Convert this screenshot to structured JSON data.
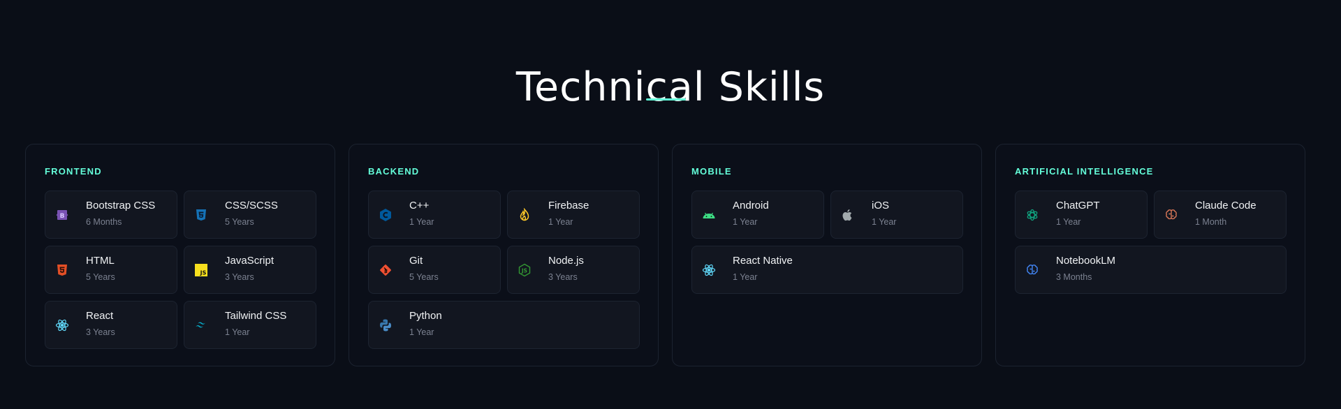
{
  "section": {
    "title": "Technical Skills",
    "accent_color": "#64ffda"
  },
  "categories": [
    {
      "title": "FRONTEND",
      "skills": [
        {
          "name": "Bootstrap CSS",
          "duration": "6 Months",
          "icon": "bootstrap-icon",
          "color": "#7952b3"
        },
        {
          "name": "CSS/SCSS",
          "duration": "5 Years",
          "icon": "css3-icon",
          "color": "#1572b6"
        },
        {
          "name": "HTML",
          "duration": "5 Years",
          "icon": "html5-icon",
          "color": "#e34f26"
        },
        {
          "name": "JavaScript",
          "duration": "3 Years",
          "icon": "javascript-icon",
          "color": "#f7df1e"
        },
        {
          "name": "React",
          "duration": "3 Years",
          "icon": "react-icon",
          "color": "#61dafb"
        },
        {
          "name": "Tailwind CSS",
          "duration": "1 Year",
          "icon": "tailwind-icon",
          "color": "#06b6d4"
        }
      ]
    },
    {
      "title": "BACKEND",
      "skills": [
        {
          "name": "C++",
          "duration": "1 Year",
          "icon": "cplusplus-icon",
          "color": "#00599c"
        },
        {
          "name": "Firebase",
          "duration": "1 Year",
          "icon": "firebase-icon",
          "color": "#ffca28"
        },
        {
          "name": "Git",
          "duration": "5 Years",
          "icon": "git-icon",
          "color": "#f05032"
        },
        {
          "name": "Node.js",
          "duration": "3 Years",
          "icon": "nodejs-icon",
          "color": "#339933"
        },
        {
          "name": "Python",
          "duration": "1 Year",
          "icon": "python-icon",
          "color": "#3776ab"
        }
      ]
    },
    {
      "title": "MOBILE",
      "skills": [
        {
          "name": "Android",
          "duration": "1 Year",
          "icon": "android-icon",
          "color": "#3ddc84"
        },
        {
          "name": "iOS",
          "duration": "1 Year",
          "icon": "apple-icon",
          "color": "#a2aaad"
        },
        {
          "name": "React Native",
          "duration": "1 Year",
          "icon": "react-icon",
          "color": "#61dafb"
        }
      ]
    },
    {
      "title": "ARTIFICIAL INTELLIGENCE",
      "skills": [
        {
          "name": "ChatGPT",
          "duration": "1 Year",
          "icon": "openai-icon",
          "color": "#10a37f"
        },
        {
          "name": "Claude Code",
          "duration": "1 Month",
          "icon": "brain-icon",
          "color": "#d97757"
        },
        {
          "name": "NotebookLM",
          "duration": "3 Months",
          "icon": "brain-icon",
          "color": "#4285f4"
        }
      ]
    }
  ]
}
